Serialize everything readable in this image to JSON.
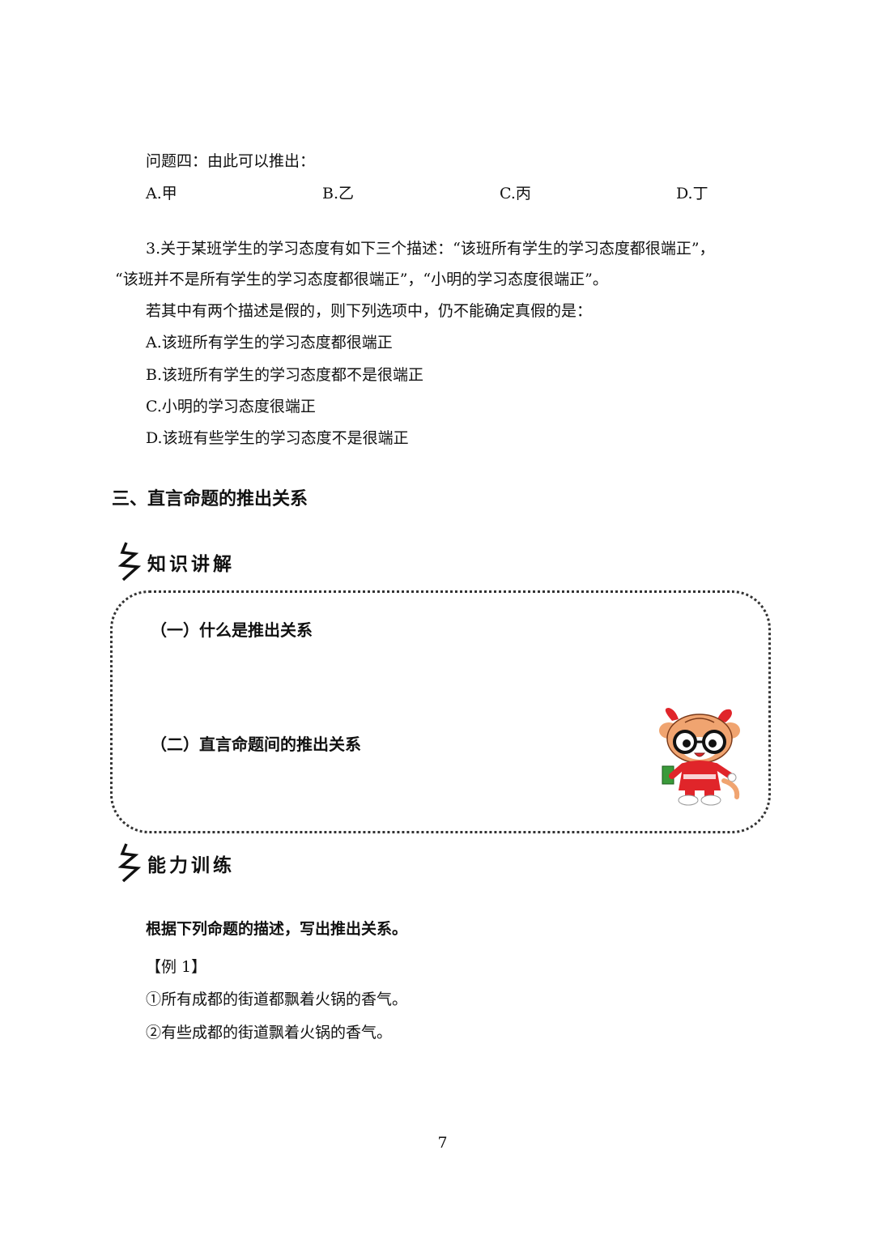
{
  "q4": {
    "stem": "问题四：由此可以推出：",
    "options": [
      "A.甲",
      "B.乙",
      "C.丙",
      "D.丁"
    ]
  },
  "q3": {
    "line1": "3.关于某班学生的学习态度有如下三个描述：“该班所有学生的学习态度都很端正”，",
    "line2": "“该班并不是所有学生的学习态度都很端正”，“小明的学习态度很端正”。",
    "line3": "若其中有两个描述是假的，则下列选项中，仍不能确定真假的是：",
    "options": [
      "A.该班所有学生的学习态度都很端正",
      "B.该班所有学生的学习态度都不是很端正",
      "C.小明的学习态度很端正",
      "D.该班有些学生的学习态度不是很端正"
    ]
  },
  "section3_title": "三、直言命题的推出关系",
  "knowledge": {
    "heading": "知识讲解",
    "sub1": "（一）什么是推出关系",
    "sub2": "（二）直言命题间的推出关系",
    "mascot": "mascot-icon"
  },
  "training": {
    "heading": "能力训练",
    "instruction": "根据下列命题的描述，写出推出关系。",
    "example_label": "【例 1】",
    "items": [
      "①所有成都的街道都飘着火锅的香气。",
      "②有些成都的街道飘着火锅的香气。"
    ]
  },
  "page_number": "7",
  "colors": {
    "mascot_red": "#e0252a",
    "mascot_orange": "#f0a470",
    "mascot_green": "#3a9a3a"
  }
}
